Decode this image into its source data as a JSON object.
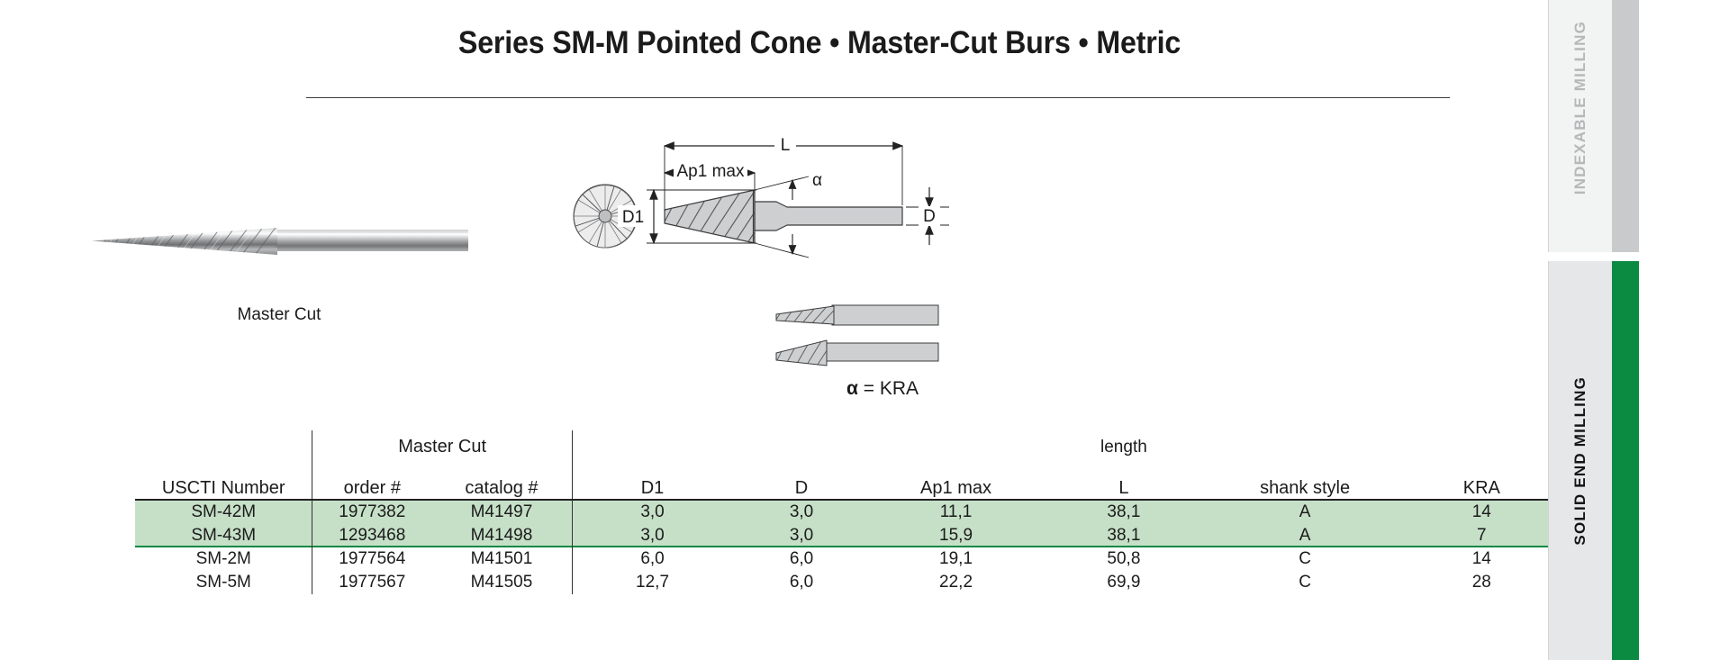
{
  "page": {
    "title": "Series SM-M Pointed Cone • Master-Cut Burs • Metric"
  },
  "photo": {
    "caption": "Master Cut",
    "alt_name": "pointed-cone-bur-photo"
  },
  "diagram": {
    "labels": {
      "overall_length": "L",
      "flute_length": "Ap1 max",
      "head_diameter": "D1",
      "shank_diameter": "D",
      "angle": "α"
    },
    "note": "α = KRA",
    "note_symbol": "α",
    "note_text": " = KRA"
  },
  "table": {
    "group_header": "Master Cut",
    "headers": {
      "uscti": "USCTI Number",
      "order": "order #",
      "catalog": "catalog #",
      "d1": "D1",
      "d": "D",
      "ap1": "Ap1 max",
      "length_top": "length",
      "length_bottom": "L",
      "shank": "shank style",
      "kra": "KRA"
    },
    "rows": [
      {
        "uscti": "SM-42M",
        "order": "1977382",
        "catalog": "M41497",
        "d1": "3,0",
        "d": "3,0",
        "ap1": "11,1",
        "l": "38,1",
        "shank": "A",
        "kra": "14",
        "highlight": true
      },
      {
        "uscti": "SM-43M",
        "order": "1293468",
        "catalog": "M41498",
        "d1": "3,0",
        "d": "3,0",
        "ap1": "15,9",
        "l": "38,1",
        "shank": "A",
        "kra": "7",
        "highlight": true
      },
      {
        "uscti": "SM-2M",
        "order": "1977564",
        "catalog": "M41501",
        "d1": "6,0",
        "d": "6,0",
        "ap1": "19,1",
        "l": "50,8",
        "shank": "C",
        "kra": "14",
        "highlight": false
      },
      {
        "uscti": "SM-5M",
        "order": "1977567",
        "catalog": "M41505",
        "d1": "12,7",
        "d": "6,0",
        "ap1": "22,2",
        "l": "69,9",
        "shank": "C",
        "kra": "28",
        "highlight": false
      }
    ]
  },
  "sidebar": {
    "tabs": [
      {
        "label": "INDEXABLE MILLING",
        "active": false
      },
      {
        "label": "SOLID END MILLING",
        "active": true
      }
    ]
  },
  "colors": {
    "accent_green": "#0B8A42",
    "row_highlight": "#C6E0C8",
    "inactive_tab_text": "#B6B7B8",
    "active_tab_text": "#151515",
    "rule": "#222222"
  }
}
